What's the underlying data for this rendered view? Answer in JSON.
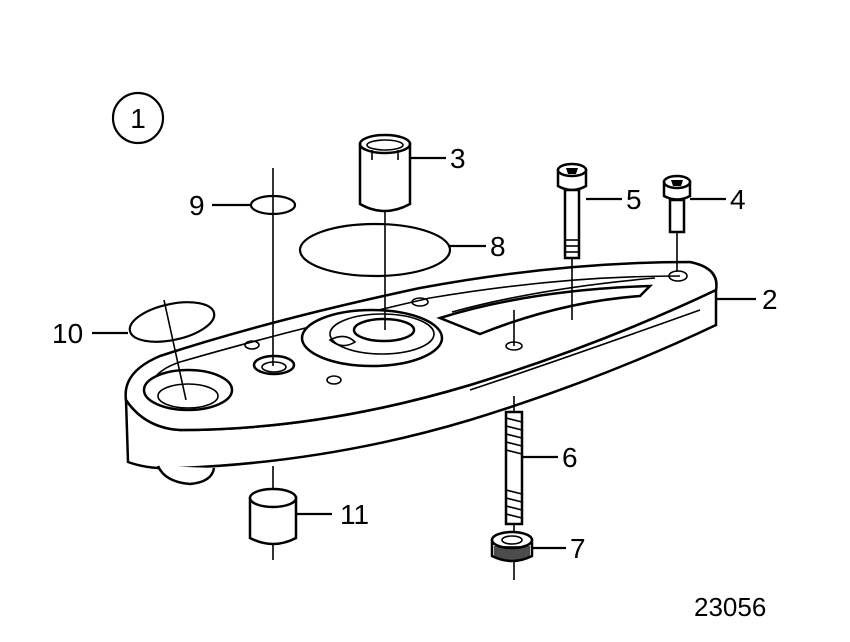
{
  "view_number": "1",
  "drawing_number": "23056",
  "callouts": [
    {
      "id": "c2",
      "label": "2",
      "part": "bracket-plate"
    },
    {
      "id": "c3",
      "label": "3",
      "part": "sleeve"
    },
    {
      "id": "c4",
      "label": "4",
      "part": "short-screw"
    },
    {
      "id": "c5",
      "label": "5",
      "part": "long-screw"
    },
    {
      "id": "c6",
      "label": "6",
      "part": "stud"
    },
    {
      "id": "c7",
      "label": "7",
      "part": "nut"
    },
    {
      "id": "c8",
      "label": "8",
      "part": "large-o-ring"
    },
    {
      "id": "c9",
      "label": "9",
      "part": "small-o-ring"
    },
    {
      "id": "c10",
      "label": "10",
      "part": "o-ring"
    },
    {
      "id": "c11",
      "label": "11",
      "part": "bushing"
    }
  ]
}
